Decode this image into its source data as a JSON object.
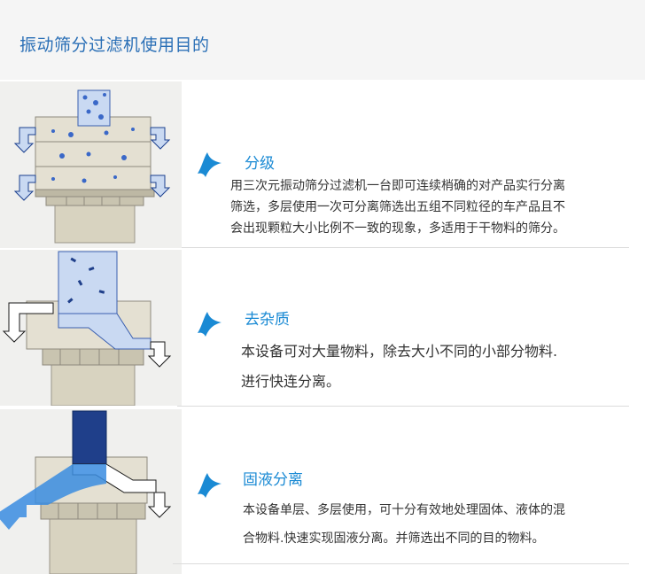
{
  "page": {
    "title": "振动筛分过滤机使用目的"
  },
  "sections": [
    {
      "heading": "分级",
      "lines": [
        "用三次元振动筛分过滤机一台即可连续梢确的对产品实行分离",
        "筛选，多层使用一次可分离筛选出五组不同粒径的车产品且不",
        "会出现颗粒大小比例不一致的现象，多适用于干物料的筛分。"
      ]
    },
    {
      "heading": "去杂质",
      "lines": [
        "本设备可对大量物料，除去大小不同的小部分物料.",
        "进行快连分离。"
      ]
    },
    {
      "heading": "固液分离",
      "lines": [
        "本设备单层、多层使用，可十分有效地处理固体、液体的混",
        "合物料.快速实现固液分离。并筛选出不同的目的物料。"
      ]
    }
  ],
  "colors": {
    "title": "#2a6fb6",
    "heading": "#1a8ad4",
    "bullet": "#1a8ad4",
    "text": "#333333"
  }
}
